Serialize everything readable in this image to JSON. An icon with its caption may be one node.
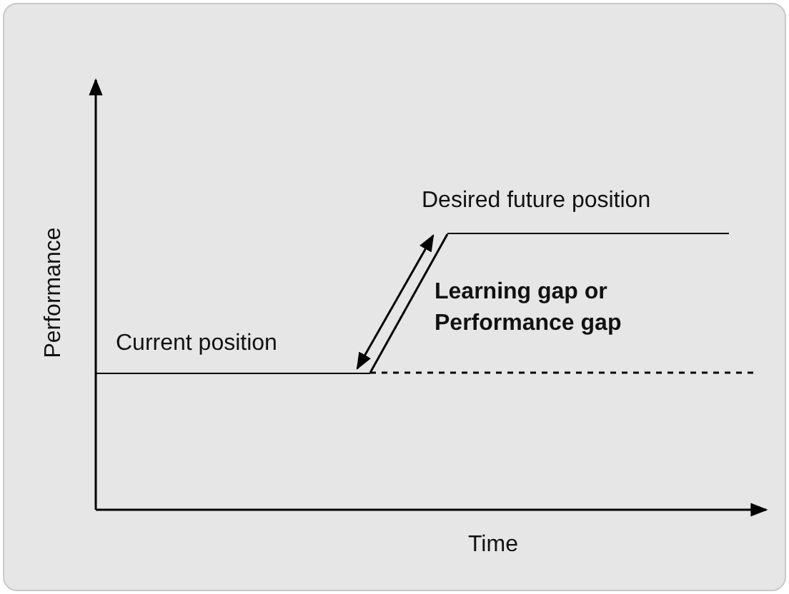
{
  "diagram": {
    "nodes": [
      {
        "text": [
          "Current position"
        ]
      },
      {
        "text": [
          "Desired future position"
        ]
      }
    ],
    "edges": [
      {
        "from": 0,
        "to": 1,
        "arrow": "none"
      },
      {
        "from": 0,
        "to": 1,
        "arrow": "both",
        "label": "Learning gap or Performance gap"
      }
    ],
    "labels": [
      "Performance",
      "Time"
    ]
  }
}
